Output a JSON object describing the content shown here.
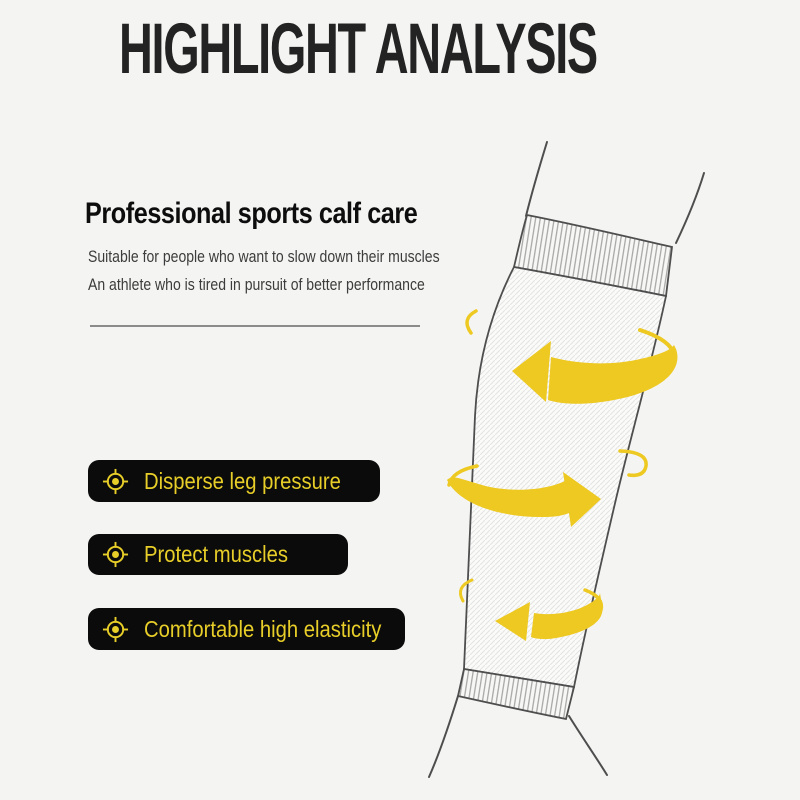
{
  "page": {
    "title": "HIGHLIGHT ANALYSIS"
  },
  "intro": {
    "heading": "Professional sports calf care",
    "lines": [
      "Suitable for people who want to slow down their muscles",
      "An athlete who is tired in pursuit of better performance"
    ]
  },
  "features": [
    {
      "icon": "target-crosshair-icon",
      "label": "Disperse leg pressure"
    },
    {
      "icon": "target-crosshair-icon",
      "label": "Protect muscles"
    },
    {
      "icon": "target-crosshair-icon",
      "label": "Comfortable high elasticity"
    }
  ],
  "illustration": {
    "subject": "calf compression sleeve on lower leg, line drawing",
    "arrows": [
      "left",
      "right",
      "left"
    ]
  },
  "colors": {
    "background": "#F4F4F2",
    "title_text": "#232323",
    "body_text": "#3C3C3C",
    "badge_background": "#0B0B0B",
    "badge_text_yellow": "#E8CE28",
    "arrow_gold": "#EDC922",
    "divider_gray": "#8B8B8B"
  }
}
